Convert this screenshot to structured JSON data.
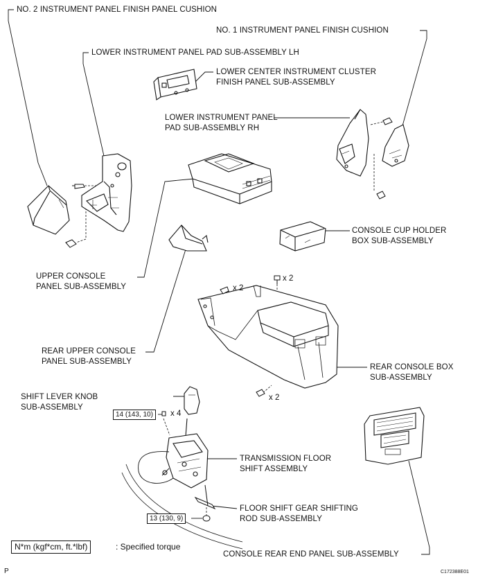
{
  "labels": {
    "no2_cushion": "NO. 2 INSTRUMENT PANEL FINISH PANEL CUSHION",
    "no1_cushion": "NO. 1 INSTRUMENT PANEL FINISH CUSHION",
    "lower_pad_lh": "LOWER INSTRUMENT PANEL PAD SUB-ASSEMBLY LH",
    "lower_center_cluster_1": "LOWER CENTER INSTRUMENT CLUSTER",
    "lower_center_cluster_2": "FINISH PANEL SUB-ASSEMBLY",
    "lower_pad_rh_1": "LOWER INSTRUMENT PANEL",
    "lower_pad_rh_2": "PAD SUB-ASSEMBLY RH",
    "cup_holder_1": "CONSOLE CUP HOLDER",
    "cup_holder_2": "BOX SUB-ASSEMBLY",
    "upper_console_1": "UPPER CONSOLE",
    "upper_console_2": "PANEL SUB-ASSEMBLY",
    "rear_upper_console_1": "REAR UPPER CONSOLE",
    "rear_upper_console_2": "PANEL SUB-ASSEMBLY",
    "rear_console_box_1": "REAR CONSOLE BOX",
    "rear_console_box_2": "SUB-ASSEMBLY",
    "shift_knob_1": "SHIFT LEVER KNOB",
    "shift_knob_2": "SUB-ASSEMBLY",
    "trans_shift_1": "TRANSMISSION FLOOR",
    "trans_shift_2": "SHIFT ASSEMBLY",
    "floor_rod_1": "FLOOR SHIFT GEAR SHIFTING",
    "floor_rod_2": "ROD SUB-ASSEMBLY",
    "rear_end_panel": "CONSOLE REAR END PANEL SUB-ASSEMBLY"
  },
  "quantities": {
    "clip_x2_a": "x 2",
    "bolt_x2_b": "x 2",
    "screw_x2_c": "x 2",
    "bolt_x4": "x 4"
  },
  "torques": {
    "knob_torque": "14 (143, 10)",
    "rod_torque": "13 (130, 9)"
  },
  "legend": {
    "units": "N*m (kgf*cm, ft.*lbf)",
    "text": ": Specified torque"
  },
  "footer": {
    "left_mark": "P",
    "figure_code": "C172388E01"
  }
}
